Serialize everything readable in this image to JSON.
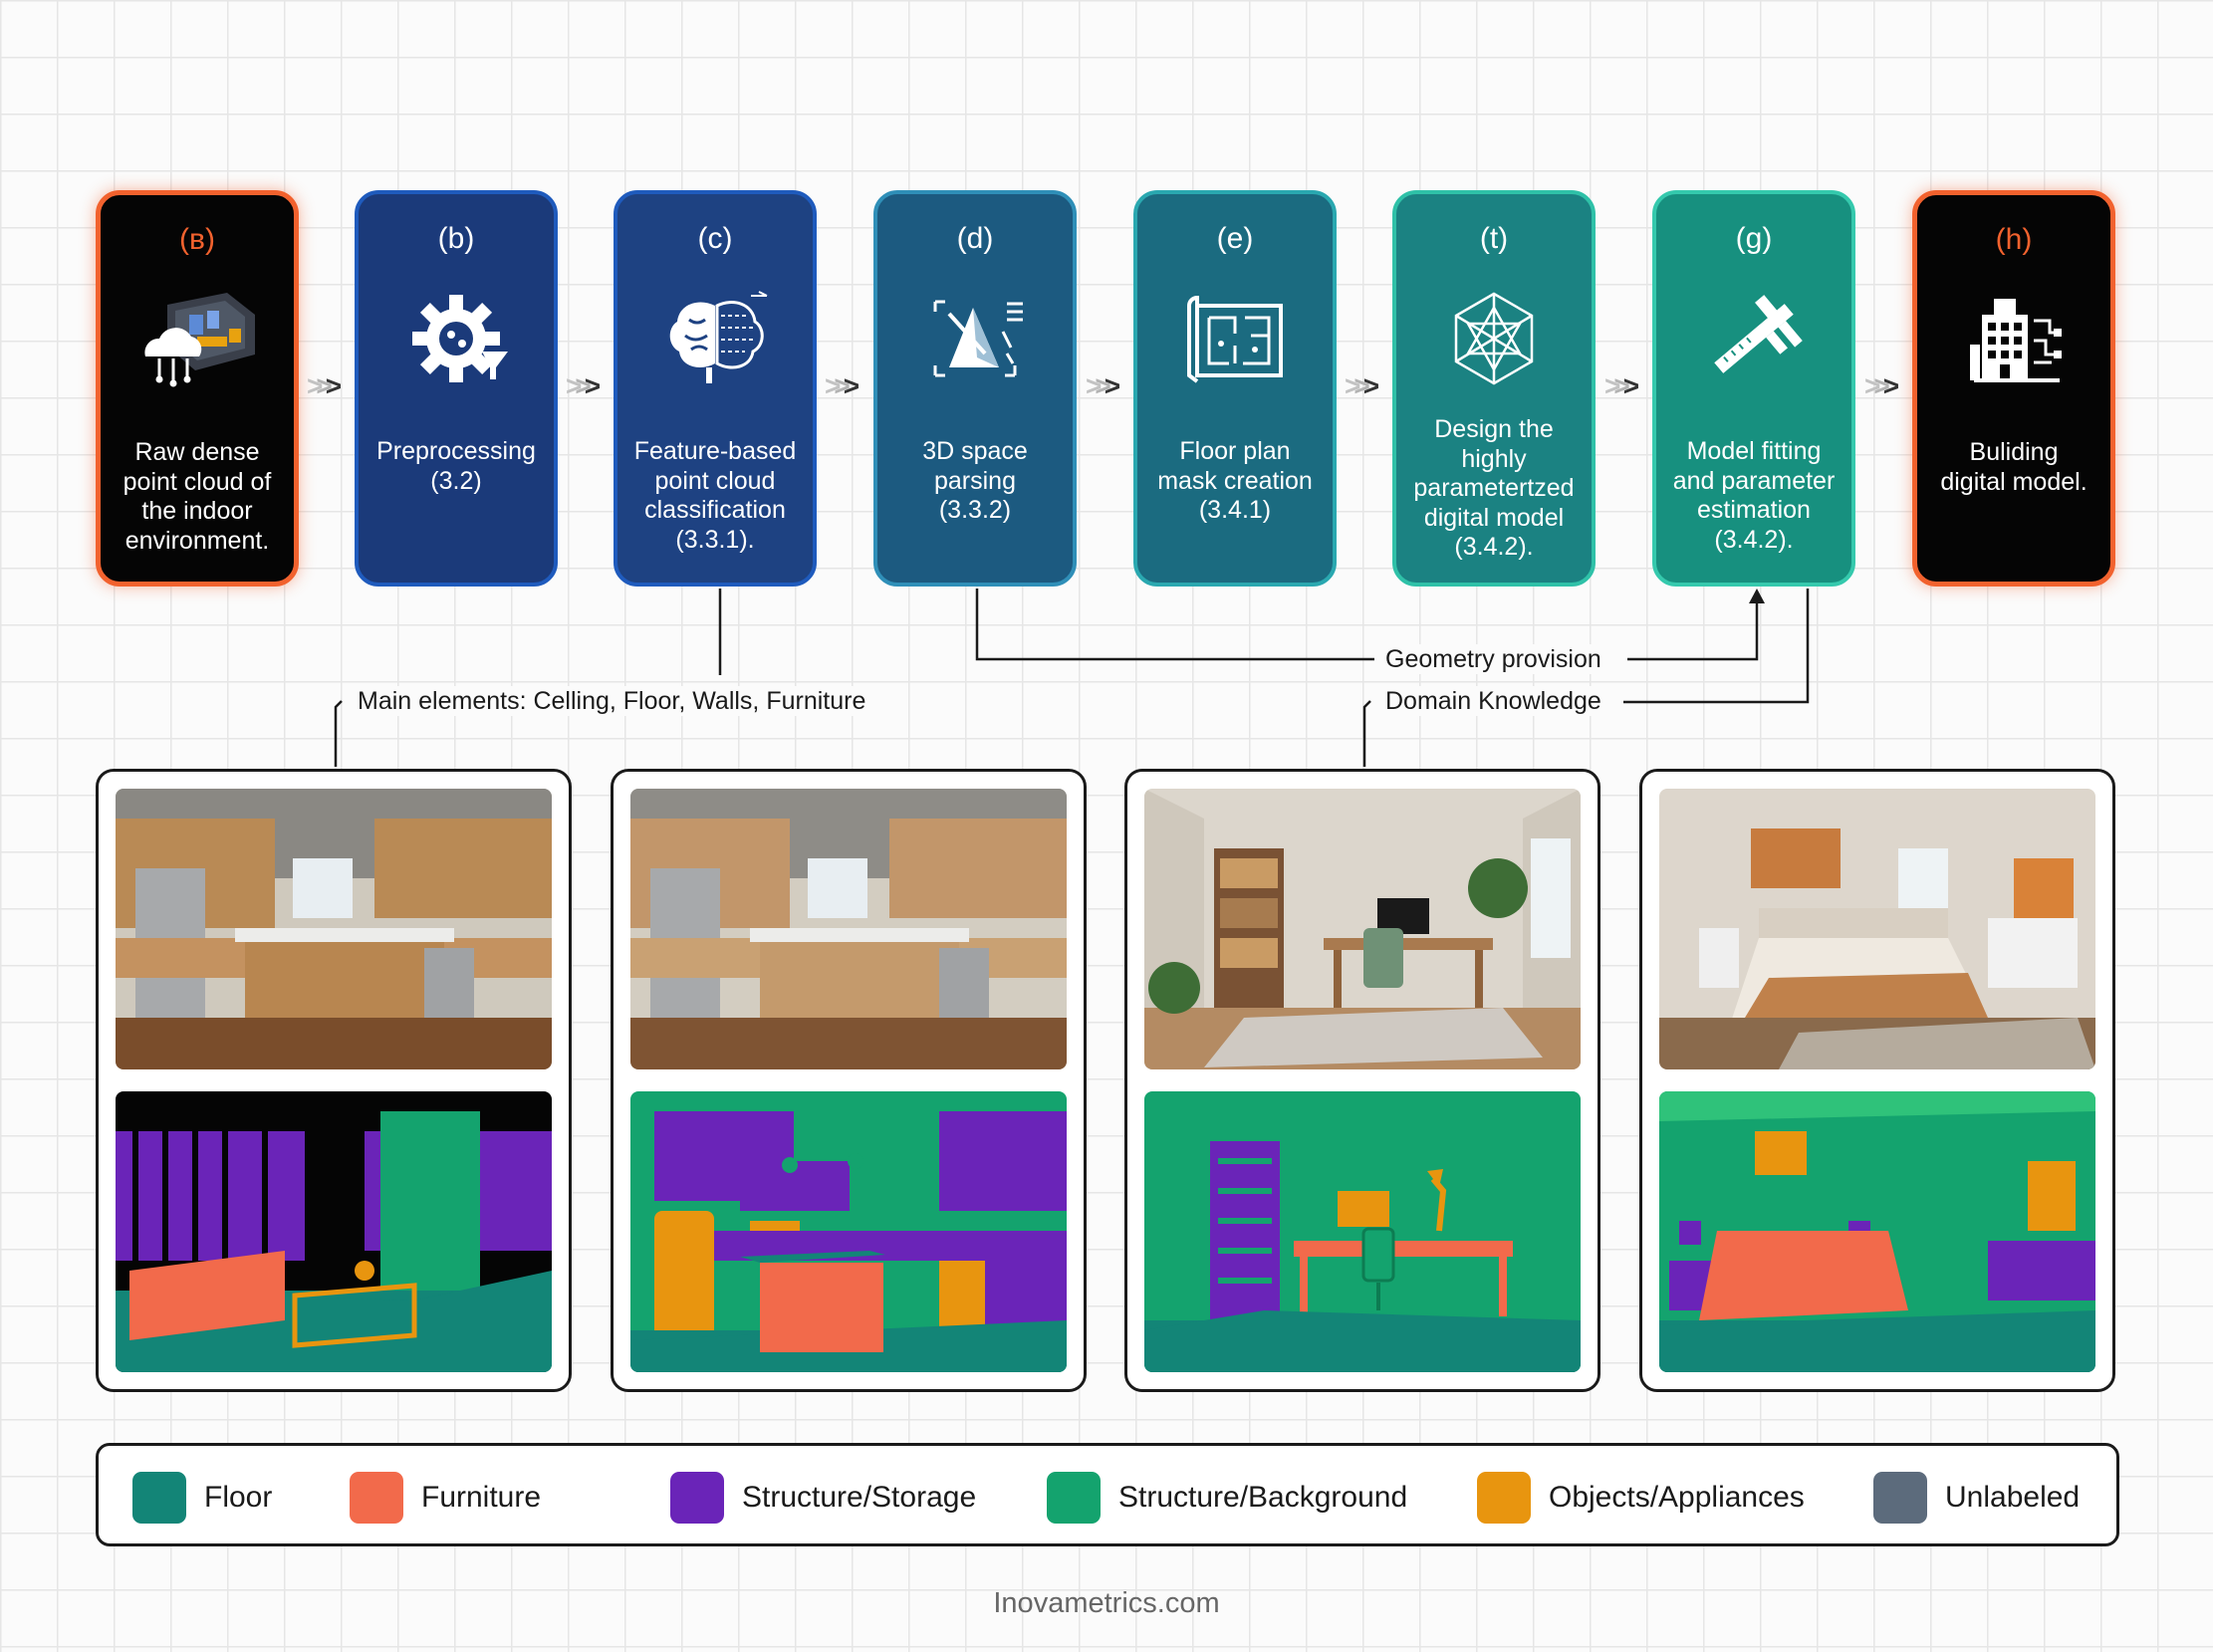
{
  "steps": [
    {
      "letter": "(в)",
      "lines": [
        "Raw dense",
        "point cloud of",
        "the indoor",
        "environment."
      ],
      "icon": "cloud-scan-icon",
      "style": "dark"
    },
    {
      "letter": "(b)",
      "lines": [
        "Preprocessing",
        "(3.2)"
      ],
      "icon": "gear-icon",
      "style": "blue",
      "color": "#1b3a7a"
    },
    {
      "letter": "(c)",
      "lines": [
        "Feature-based",
        "point cloud",
        "classification",
        "(3.3.1)."
      ],
      "icon": "brain-icon",
      "style": "blue",
      "color": "#1e4282"
    },
    {
      "letter": "(d)",
      "lines": [
        "3D space",
        "parsing",
        "(3.3.2)"
      ],
      "icon": "space-parsing-icon",
      "style": "teal",
      "color": "#1c5a80"
    },
    {
      "letter": "(e)",
      "lines": [
        "Floor plan",
        "mask creation",
        "(3.4.1)"
      ],
      "icon": "floor-plan-icon",
      "style": "teal",
      "color": "#1b6b80"
    },
    {
      "letter": "(t)",
      "lines": [
        "Design the",
        "highly",
        "parametertzed",
        "digital model",
        "(3.4.2)."
      ],
      "icon": "geodesic-icon",
      "style": "teal",
      "color": "#1b8282"
    },
    {
      "letter": "(g)",
      "lines": [
        "Model fitting",
        "and parameter",
        "estimation",
        "(3.4.2)."
      ],
      "icon": "caliper-icon",
      "style": "teal",
      "color": "#17907f"
    },
    {
      "letter": "(h)",
      "lines": [
        "Buliding",
        "digital model."
      ],
      "icon": "building-icon",
      "style": "dark"
    }
  ],
  "labels": {
    "main_elements": "Main elements: Celling, Floor, Walls, Furniture",
    "geometry": "Geometry provision",
    "domain": "Domain Knowledge"
  },
  "legend": [
    {
      "label": "Floor",
      "color": "#138577"
    },
    {
      "label": "Furniture",
      "color": "#f26a4b"
    },
    {
      "label": "Structure/Storage",
      "color": "#6a24b8"
    },
    {
      "label": "Structure/Background",
      "color": "#14a36e"
    },
    {
      "label": "Objects/Appliances",
      "color": "#e8950f"
    },
    {
      "label": "Unlabeled",
      "color": "#5c6b7c"
    }
  ],
  "footer": "Inovametrics.com"
}
